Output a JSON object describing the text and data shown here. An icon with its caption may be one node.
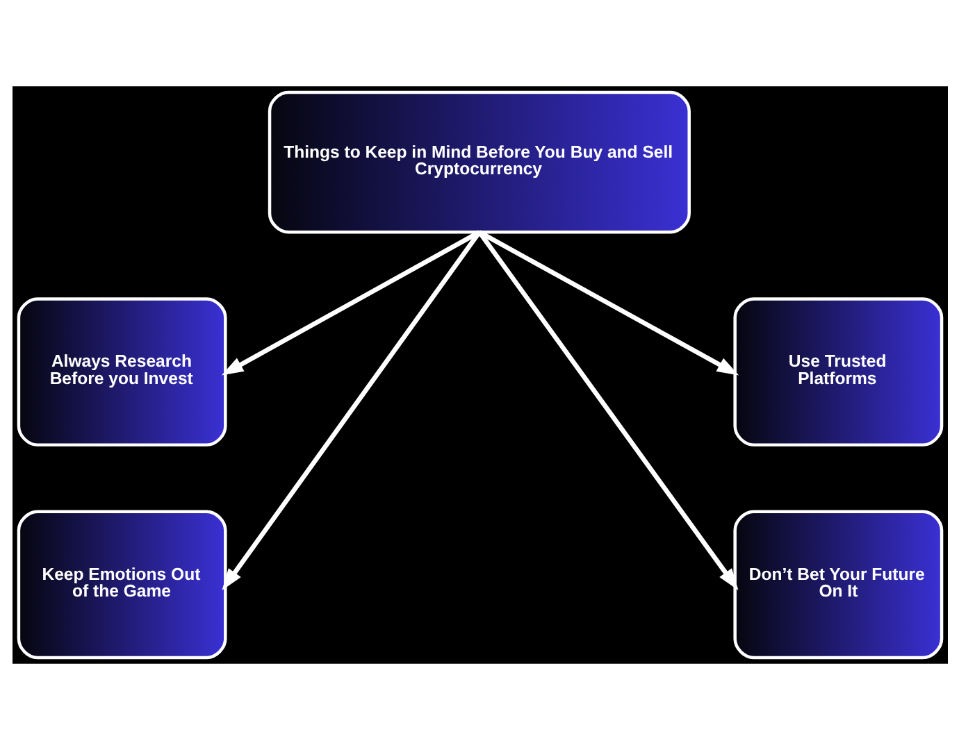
{
  "diagram": {
    "nodes": [
      {
        "text": [
          "Things to Keep in Mind Before You Buy and Sell Cryptocurrency"
        ]
      },
      {
        "text": [
          "Always Research Before you Invest"
        ]
      },
      {
        "text": [
          "Use Trusted Platforms"
        ]
      },
      {
        "text": [
          "Keep Emotions Out of the Game"
        ]
      },
      {
        "text": [
          "Don’t Bet Your Future On It"
        ]
      }
    ],
    "edges": [
      {
        "from": 0,
        "to": 1,
        "arrow": "to"
      },
      {
        "from": 0,
        "to": 2,
        "arrow": "to"
      },
      {
        "from": 0,
        "to": 3,
        "arrow": "to"
      },
      {
        "from": 0,
        "to": 4,
        "arrow": "to"
      }
    ]
  }
}
